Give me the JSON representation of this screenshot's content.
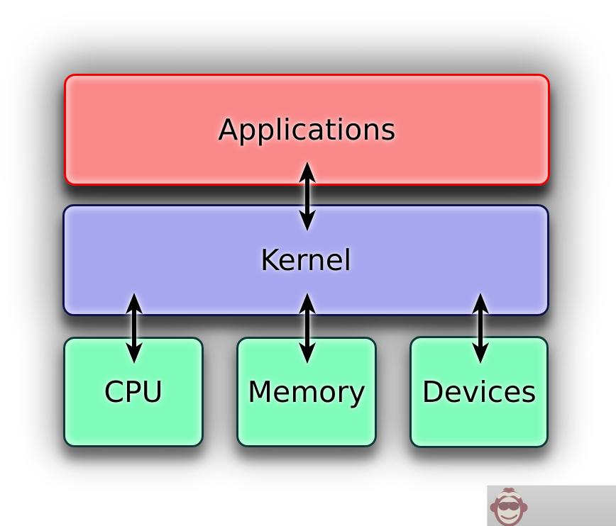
{
  "diagram": {
    "boxes": {
      "applications": {
        "label": "Applications",
        "fill": "#fa8a8a",
        "border_color": "#ee0000",
        "text_color": "#000000"
      },
      "kernel": {
        "label": "Kernel",
        "fill": "#a7a7f0",
        "border_color": "#12124a",
        "text_color": "#000000"
      },
      "cpu": {
        "label": "CPU",
        "fill": "#7ffcba",
        "border_color": "#0d3a38",
        "text_color": "#000000"
      },
      "memory": {
        "label": "Memory",
        "fill": "#7ffcba",
        "border_color": "#0d3a38",
        "text_color": "#000000"
      },
      "devices": {
        "label": "Devices",
        "fill": "#7ffcba",
        "border_color": "#0d3a38",
        "text_color": "#000000"
      }
    },
    "connections": [
      {
        "from": "Applications",
        "to": "Kernel",
        "type": "bidirectional-arrow"
      },
      {
        "from": "Kernel",
        "to": "CPU",
        "type": "bidirectional-arrow"
      },
      {
        "from": "Kernel",
        "to": "Memory",
        "type": "bidirectional-arrow"
      },
      {
        "from": "Kernel",
        "to": "Devices",
        "type": "bidirectional-arrow"
      }
    ],
    "arrow_color": "#000000"
  },
  "watermark": {
    "icon": "monkey-face-sunglasses-logo",
    "band_color": "#c8c8c8",
    "logo_head_color": "#7a2630",
    "logo_face_color": "#efe6d4"
  }
}
